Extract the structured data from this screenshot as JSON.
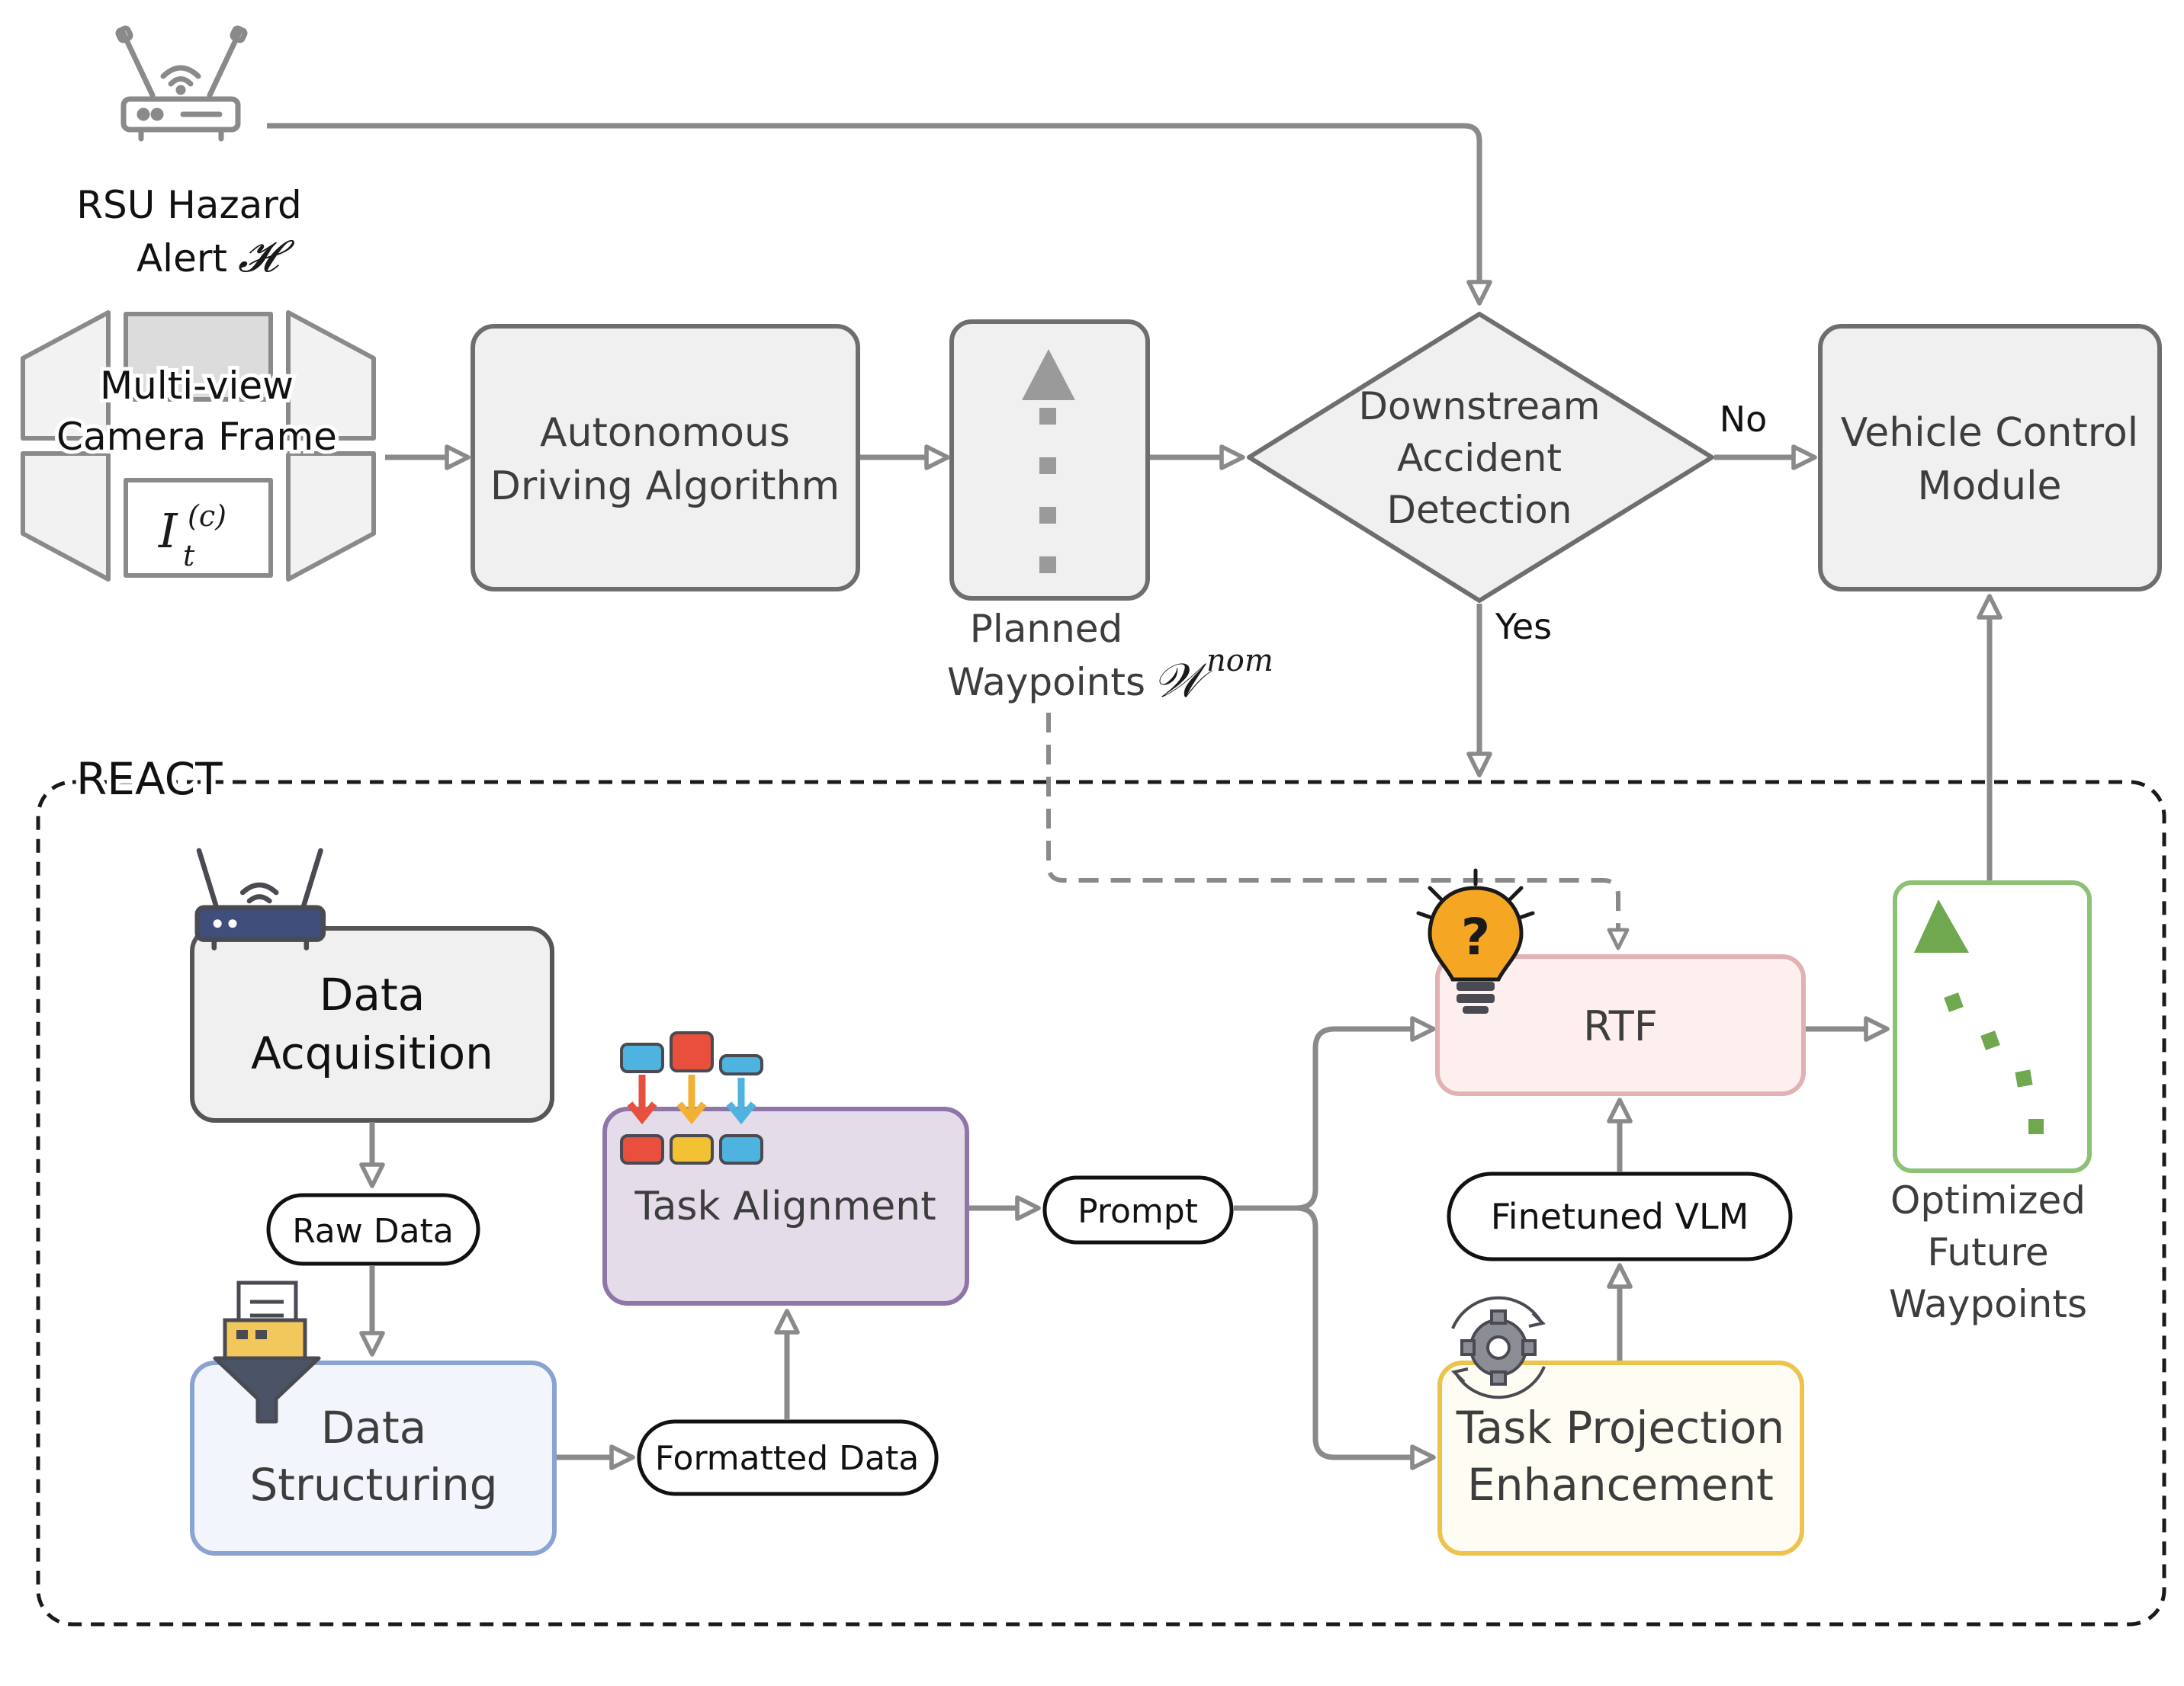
{
  "nodes": {
    "rsu": {
      "line1": "RSU Hazard",
      "line2": "Alert",
      "symbol": "𝓗"
    },
    "camera": {
      "line1": "Multi-view",
      "line2": "Camera Frame",
      "symbol": "I",
      "sup": "(c)",
      "sub": "t"
    },
    "ad_algorithm": {
      "line1": "Autonomous",
      "line2": "Driving Algorithm"
    },
    "planned": {
      "line1": "Planned",
      "line2": "Waypoints",
      "symbol": "𝒲",
      "sup": "nom"
    },
    "detection": {
      "line1": "Downstream",
      "line2": "Accident",
      "line3": "Detection"
    },
    "vehicle": {
      "line1": "Vehicle Control",
      "line2": "Module"
    },
    "react": {
      "label": "REACT"
    },
    "acquisition": {
      "line1": "Data",
      "line2": "Acquisition"
    },
    "raw_data": {
      "label": "Raw Data"
    },
    "structuring": {
      "line1": "Data",
      "line2": "Structuring"
    },
    "formatted": {
      "label": "Formatted Data"
    },
    "alignment": {
      "label": "Task Alignment"
    },
    "prompt": {
      "label": "Prompt"
    },
    "rtf": {
      "label": "RTF"
    },
    "vlm": {
      "label": "Finetuned VLM"
    },
    "projection": {
      "line1": "Task Projection",
      "line2": "Enhancement"
    },
    "optimized": {
      "line1": "Optimized",
      "line2": "Future",
      "line3": "Waypoints"
    }
  },
  "edges": {
    "no": "No",
    "yes": "Yes"
  },
  "icons": [
    "router-icon",
    "camera-rig-icon",
    "waypoint-arrow-icon",
    "database-merge-icon",
    "filter-funnel-icon",
    "lightbulb-question-icon",
    "gear-cycle-icon"
  ],
  "colors": {
    "arrow": "#8a8a8a",
    "node_fill": "#f0f0f0",
    "node_stroke": "#6e6e6e",
    "structuring_stroke": "#8aa3d0",
    "structuring_fill": "#f2f6fc",
    "alignment_stroke": "#8f76a8",
    "alignment_fill": "#e5dcea",
    "alignment_text": "#7b5a8e",
    "rtf_stroke": "#e2b1b3",
    "rtf_fill": "#fcefee",
    "rtf_text": "#8f5a5a",
    "projection_stroke": "#ecc44d",
    "projection_fill": "#fffdf3",
    "projection_text": "#9b9160",
    "optimized_stroke": "#8dc276",
    "optimized_text": "#4f8a33",
    "waypoint_gray": "#9a9a9a",
    "waypoint_green": "#6fa84f"
  }
}
